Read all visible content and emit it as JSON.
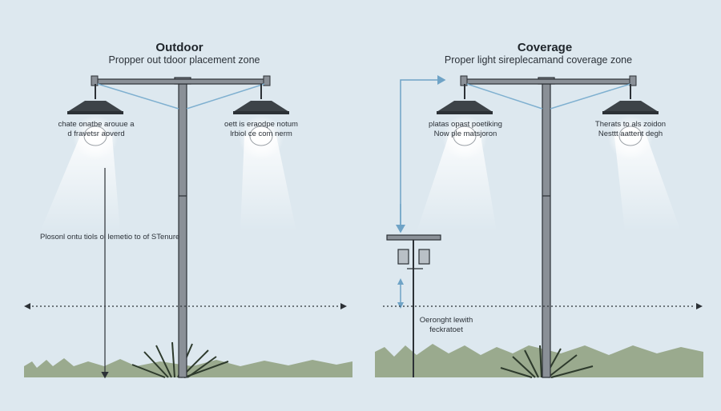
{
  "left_panel": {
    "title": "Outdoor",
    "subtitle": "Propper out tdoor placement zone",
    "left_lamp_caption": [
      "chate onatbe arouue a",
      "d fravetsr aoverd"
    ],
    "right_lamp_caption": [
      "oett is eraodpe notum",
      "lrbiol ce com nerm"
    ],
    "side_note": "Plosonl ontu tiols ol lemetio to of STenure"
  },
  "right_panel": {
    "title": "Coverage",
    "subtitle": "Proper light sireplecamand coverage zone",
    "left_lamp_caption": [
      "platas opast poetiking",
      "Now ple matsjoron"
    ],
    "right_lamp_caption": [
      "Therats to als zoidon",
      "Nesttt aattent degh"
    ],
    "bracket_note": [
      "Oeronght lewith",
      "feckratoet"
    ]
  },
  "colors": {
    "background": "#dde8ef",
    "pole": "#8a9097",
    "pole_outline": "#2c3136",
    "fixture": "#3d4348",
    "arrow_blue": "#7fb0d0",
    "grass": "#8a9a76",
    "light_cone": "#ffffff"
  }
}
